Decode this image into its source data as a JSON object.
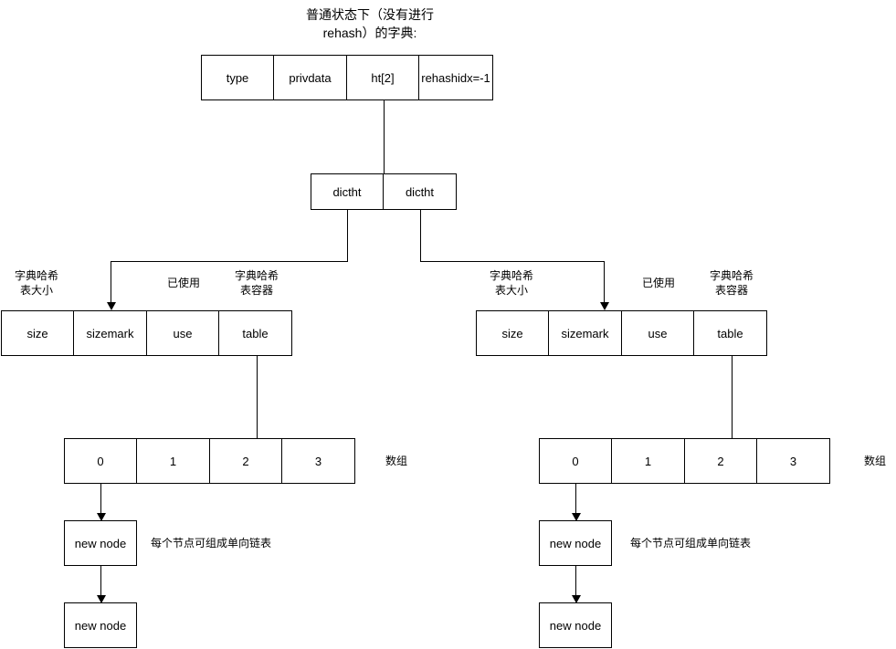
{
  "diagram": {
    "title": "普通状态下（没有进行\nrehash）的字典:",
    "dict_struct": {
      "cells": [
        "type",
        "privdata",
        "ht[2]",
        "rehashidx=-1"
      ]
    },
    "dictht_pair": {
      "cells": [
        "dictht",
        "dictht"
      ]
    },
    "hashtables": [
      {
        "id": "left",
        "annotations": {
          "size": "字典哈希\n表大小",
          "used": "已使用",
          "table": "字典哈希\n表容器"
        },
        "fields": [
          "size",
          "sizemark",
          "use",
          "table"
        ],
        "array": {
          "indices": [
            "0",
            "1",
            "2",
            "3"
          ],
          "label": "数组"
        },
        "nodes": [
          "new node",
          "new node"
        ],
        "node_note": "每个节点可组成单向链表"
      },
      {
        "id": "right",
        "annotations": {
          "size": "字典哈希\n表大小",
          "used": "已使用",
          "table": "字典哈希\n表容器"
        },
        "fields": [
          "size",
          "sizemark",
          "use",
          "table"
        ],
        "array": {
          "indices": [
            "0",
            "1",
            "2",
            "3"
          ],
          "label": "数组"
        },
        "nodes": [
          "new node",
          "new node"
        ],
        "node_note": "每个节点可组成单向链表"
      }
    ],
    "colors": {
      "stroke": "#000000",
      "background": "#ffffff",
      "text": "#000000"
    }
  }
}
